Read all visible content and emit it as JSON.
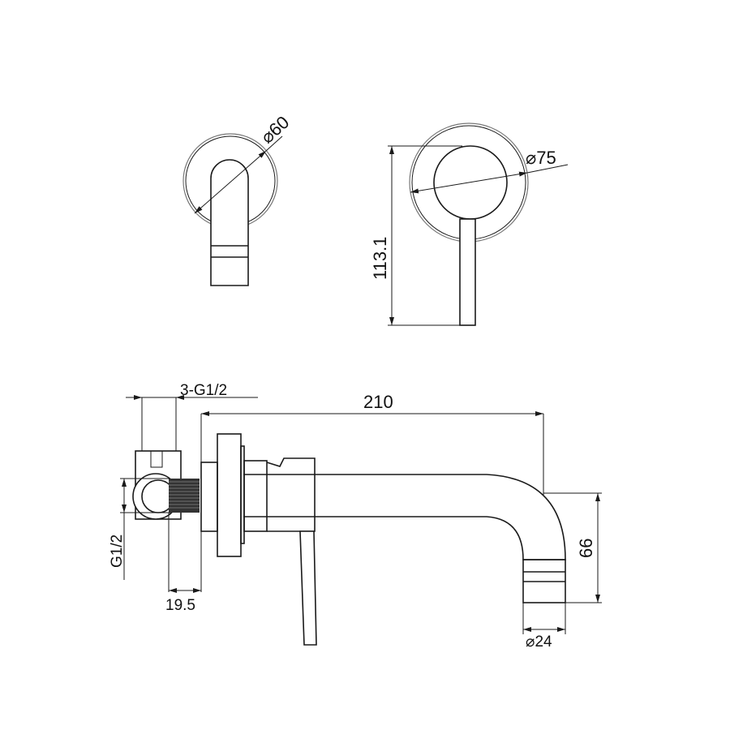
{
  "dimensions": {
    "plate_small_diameter": "⌀60",
    "plate_large_diameter": "⌀75",
    "handle_height": "113.1",
    "spout_length": "210",
    "outlet_height": "66",
    "outlet_diameter": "⌀24",
    "inlets": "3-G1/2",
    "inlet_thread": "G1/2",
    "inlet_offset": "19.5"
  },
  "colors": {
    "line": "#1a1a1a",
    "background": "#ffffff"
  }
}
